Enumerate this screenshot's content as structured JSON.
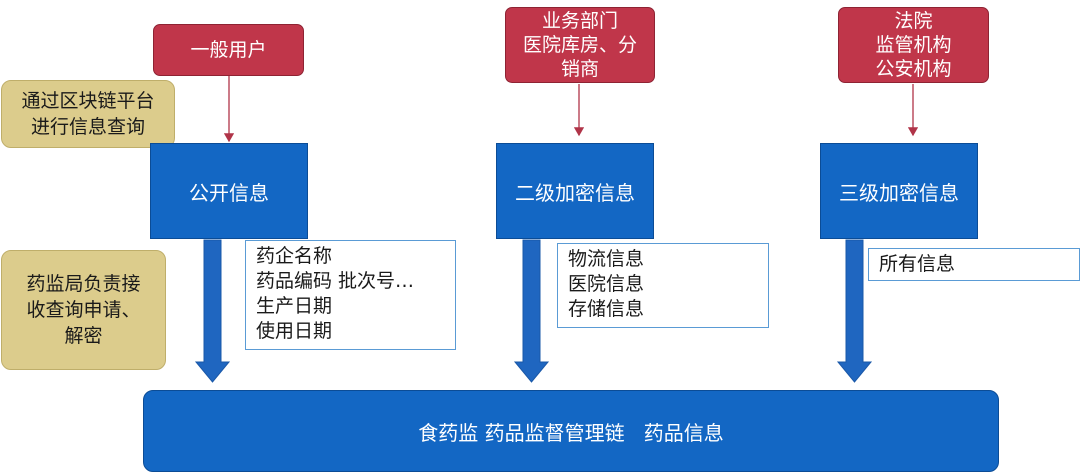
{
  "users": [
    {
      "text": "一般用户"
    },
    {
      "text": "业务部门\n医院库房、分\n销商"
    },
    {
      "text": "法院\n监管机构\n公安机构"
    }
  ],
  "notes": [
    {
      "text": "通过区块链平台\n进行信息查询"
    },
    {
      "text": "药监局负责接\n收查询申请、\n解密"
    }
  ],
  "levels": [
    {
      "label": "公开信息"
    },
    {
      "label": "二级加密信息"
    },
    {
      "label": "三级加密信息"
    }
  ],
  "info_lists": [
    {
      "text": "药企名称\n药品编码 批次号…\n生产日期\n使用日期"
    },
    {
      "text": "物流信息\n医院信息\n存储信息"
    },
    {
      "text": "所有信息"
    }
  ],
  "bottom": {
    "text": "食药监 药品监督管理链   药品信息"
  },
  "colors": {
    "user_box": "#c0364a",
    "note_box": "#dccc8c",
    "level_box": "#1367c4",
    "arrow": "#1f66c0",
    "connector": "#c0364a"
  }
}
